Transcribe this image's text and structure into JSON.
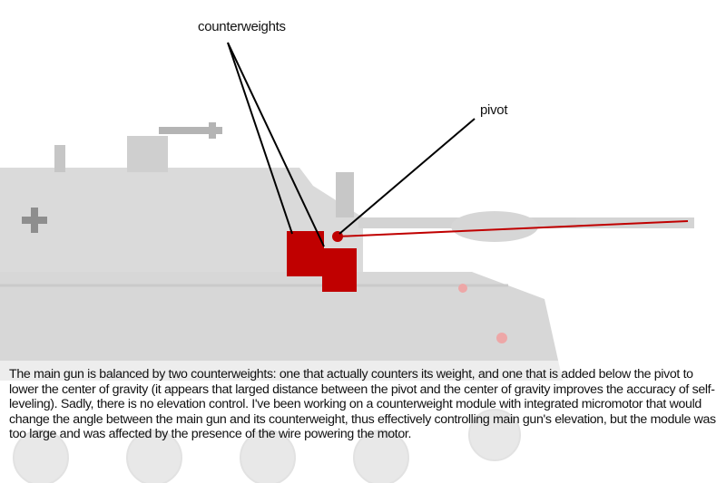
{
  "labels": {
    "counterweights": "counterweights",
    "pivot": "pivot"
  },
  "caption": "The main gun is balanced by two counterweights: one that actually counters its weight, and one that is added below the pivot to lower the center of gravity (it appears that larged distance between the pivot and the center of gravity improves the accuracy of self-leveling). Sadly, there is no elevation control. I've been working on a counterweight module with integrated micromotor that would change the angle between the main gun and its counterweight, thus effectively controlling main gun's  elevation, but the module was too large and was affected by the presence of the wire powering the motor.",
  "colors": {
    "annotation_red": "#c00000",
    "annotation_line": "#000000",
    "tank_gray": "#c8c8c8"
  }
}
